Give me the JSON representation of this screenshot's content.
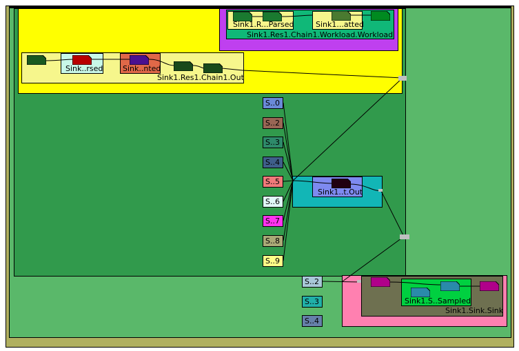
{
  "diagram": {
    "groups": {
      "workload": "Sink1.Res1.Chain1.Workload.Workload",
      "chain_out": "Sink1.Res1.Chain1.Out",
      "parsed": "Sink1.R...Parsed",
      "atted": "Sink1...atted",
      "rsed": "Sink..rsed",
      "nted": "Sink..nted",
      "t_out": "Sink1..t.Out",
      "sampled": "Sink1.S..Sampled",
      "sink": "Sink1.Sink.Sink"
    },
    "sources": [
      {
        "label": "S..0",
        "color": "#6a8ad8"
      },
      {
        "label": "S..2",
        "color": "#996655"
      },
      {
        "label": "S..3",
        "color": "#2e8a6a"
      },
      {
        "label": "S..4",
        "color": "#3f5f8a"
      },
      {
        "label": "S..5",
        "color": "#f07a7a"
      },
      {
        "label": "S..6",
        "color": "#e0f8f8"
      },
      {
        "label": "S..7",
        "color": "#ff33ee"
      },
      {
        "label": "S..8",
        "color": "#aaaa77"
      },
      {
        "label": "S..9",
        "color": "#ffff88"
      }
    ],
    "sources_lower": [
      {
        "label": "S..2",
        "color": "#a8c8d8"
      },
      {
        "label": "S..3",
        "color": "#20b0a8"
      },
      {
        "label": "S..4",
        "color": "#6680aa"
      }
    ],
    "colors": {
      "outer_frame": "#b0b060",
      "outer_body": "#5ab86a",
      "main_area": "#319a4c",
      "yellow_group": "#ffff00",
      "workload_group": "#bf40ef",
      "workload_inner": "#10b878",
      "chain_out_group": "#f6f68c",
      "t_out_group": "#12b6b6",
      "t_out_inner": "#7e8af0",
      "pink_group": "#ff80b0",
      "sink_group": "#6e7050",
      "sampled_group": "#00d040"
    }
  }
}
